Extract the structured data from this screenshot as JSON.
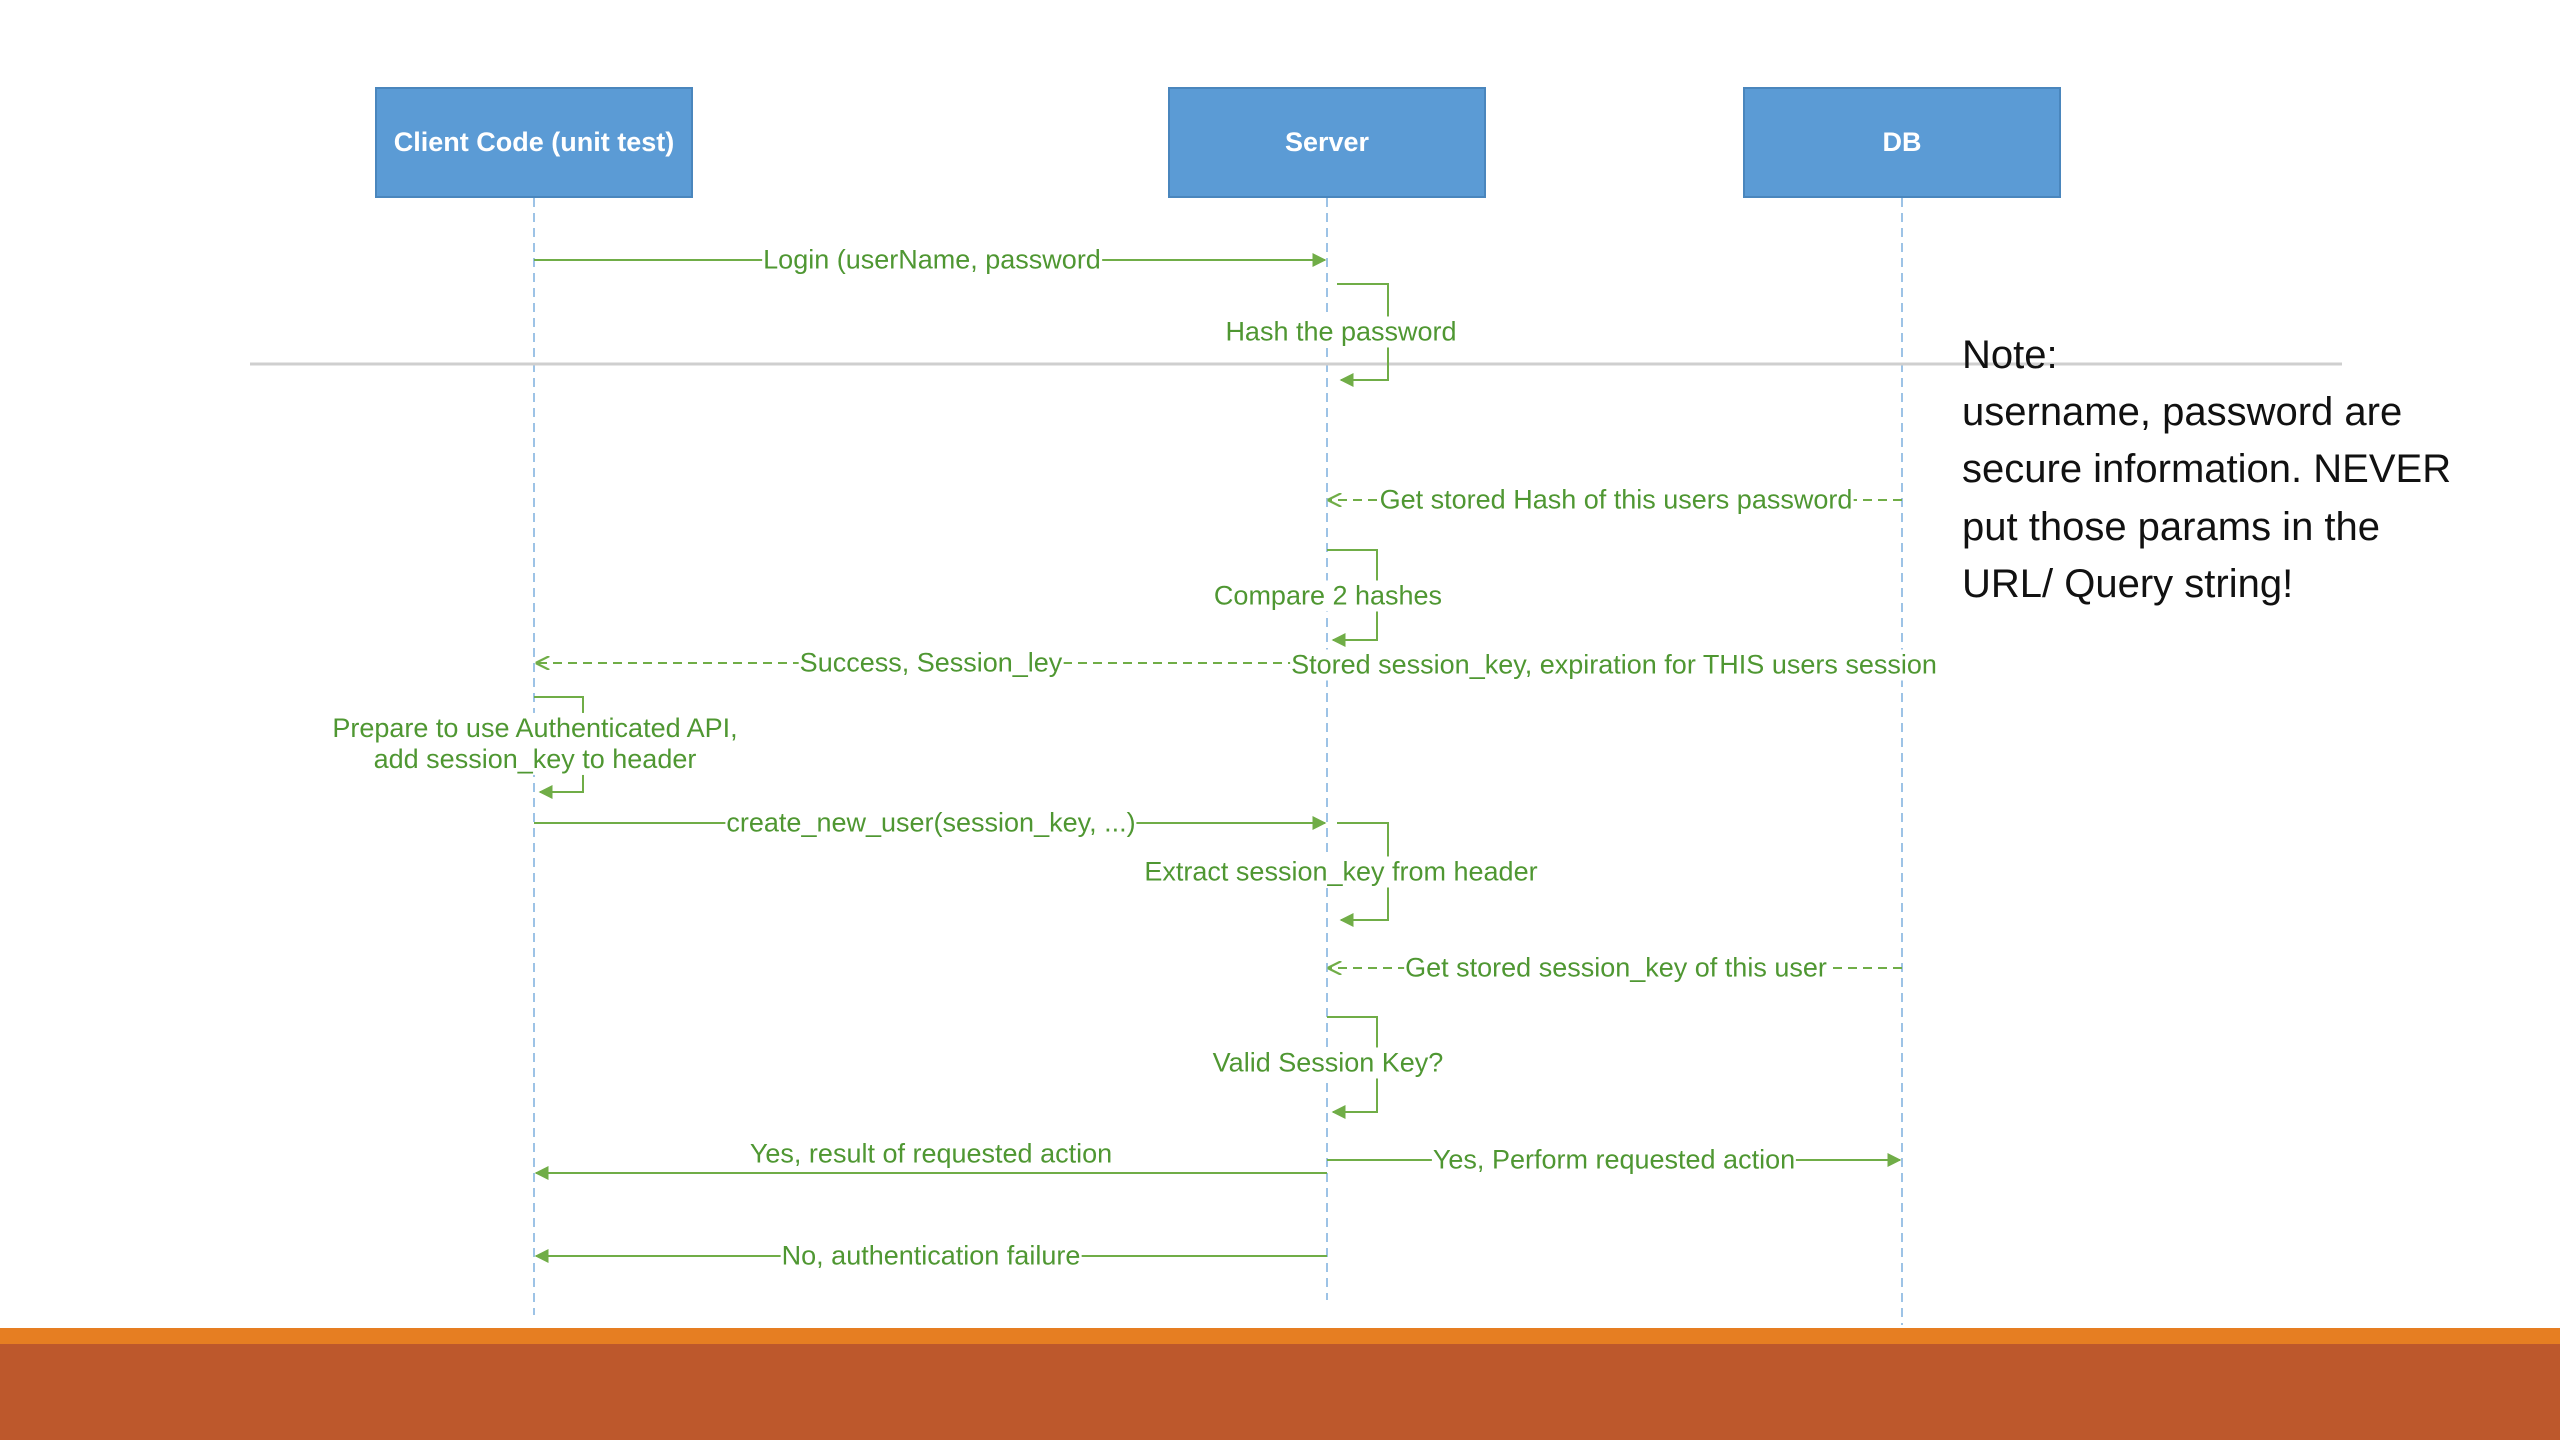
{
  "colors": {
    "actor_fill": "#5b9bd5",
    "message": "#70ad47",
    "message_text": "#4f9732",
    "lifeline": "#9dc3e6",
    "separator": "#cfcfcf",
    "footer_top": "#e67e22",
    "footer_bottom": "#bd582c"
  },
  "actors": [
    {
      "id": "client",
      "label": "Client Code (unit test)"
    },
    {
      "id": "server",
      "label": "Server"
    },
    {
      "id": "db",
      "label": "DB"
    }
  ],
  "messages": [
    {
      "id": "m1",
      "text": "Login (userName, password"
    },
    {
      "id": "m2",
      "text": "Hash the password"
    },
    {
      "id": "m3",
      "text": "Get stored Hash of this users password"
    },
    {
      "id": "m4",
      "text": "Compare 2 hashes"
    },
    {
      "id": "m5",
      "text": "Success, Session_ley"
    },
    {
      "id": "m6",
      "text": "Stored session_key, expiration for THIS users session"
    },
    {
      "id": "m7",
      "lines": [
        "Prepare to use Authenticated API,",
        "add session_key to header"
      ]
    },
    {
      "id": "m8",
      "text": "create_new_user(session_key, ...)"
    },
    {
      "id": "m9",
      "text": "Extract session_key from header"
    },
    {
      "id": "m10",
      "text": "Get stored session_key  of this user"
    },
    {
      "id": "m11",
      "text": "Valid Session Key?"
    },
    {
      "id": "m12",
      "text": "Yes, result of requested action"
    },
    {
      "id": "m13",
      "text": "Yes, Perform requested action"
    },
    {
      "id": "m14",
      "text": "No, authentication failure"
    }
  ],
  "note": {
    "title": "Note:",
    "lines": [
      "username, password are",
      "secure information.  NEVER",
      "put those params in the",
      "URL/ Query string!"
    ]
  }
}
